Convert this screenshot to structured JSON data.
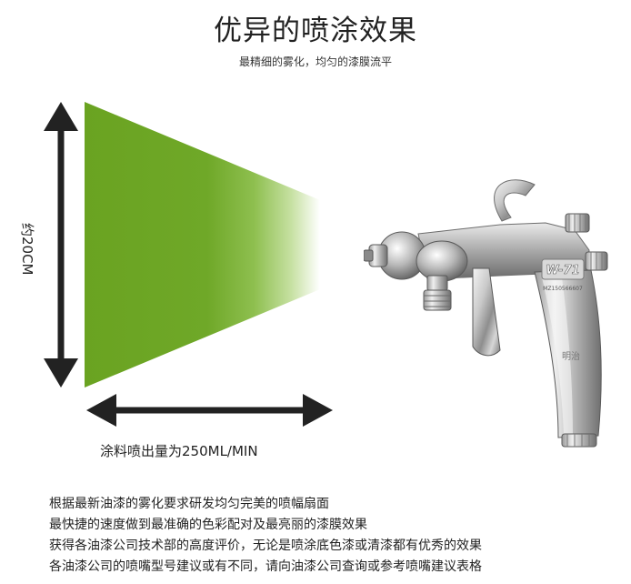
{
  "header": {
    "title": "优异的喷涂效果",
    "subtitle": "最精细的雾化，均匀的漆膜流平"
  },
  "diagram": {
    "height_label": "约20CM",
    "flow_label": "涂料喷出量为250ML/MIN",
    "spray_color": "#6aa321"
  },
  "product": {
    "model_badge": "W-71",
    "serial_text": "MZ150566607",
    "brand_text": "明治"
  },
  "description": {
    "lines": [
      "根据最新油漆的雾化要求研发均匀完美的喷幅扇面",
      "最快捷的速度做到最准确的色彩配对及最亮丽的漆膜效果",
      "获得各油漆公司技术部的高度评价，无论是喷涂底色漆或清漆都有优秀的效果",
      "各油漆公司的喷嘴型号建议或有不同，请向油漆公司查询或参考喷嘴建议表格"
    ]
  }
}
